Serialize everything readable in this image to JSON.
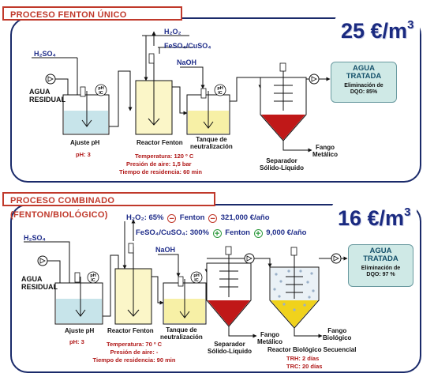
{
  "top": {
    "title": "PROCESO FENTON ÚNICO",
    "price_value": "25 €/m",
    "price_exp": "3",
    "h2so4": "H₂SO₄",
    "h2o2": "H₂O₂",
    "feso4": "FeSO₄/CuSO₄",
    "naoh": "NaOH",
    "agua_residual_1": "AGUA",
    "agua_residual_2": "RESIDUAL",
    "ajuste_label": "Ajuste pH",
    "ajuste_ph": "pH: 3",
    "reactor_label": "Reactor  Fenton",
    "reactor_temp": "Temperatura: 120 º C",
    "reactor_pres": "Presión de aire: 1,5 bar",
    "reactor_tiempo": "Tiempo de residencia: 60 min",
    "tanque_1": "Tanque de",
    "tanque_2": "neutralización",
    "separador_1": "Separador",
    "separador_2": "Sólido-Líquido",
    "fango_1": "Fango",
    "fango_2": "Metálico",
    "tratada_1": "AGUA",
    "tratada_2": "TRATADA",
    "elim_1": "Eliminación de",
    "elim_2": "DQO: 85%",
    "ph_tag": "pH",
    "ic_tag": "IC"
  },
  "bottom": {
    "title": "PROCESO COMBINADO (FENTON/BIOLÓGICO)",
    "price_value": "16 €/m",
    "price_exp": "3",
    "cost_line_1_a": "H₂O₂: 65%",
    "cost_line_1_b": "Fenton",
    "cost_line_1_c": "321,000 €/año",
    "cost_line_2_a": "FeSO₄/CuSO₄: 300%",
    "cost_line_2_b": "Fenton",
    "cost_line_2_c": "9,000 €/año",
    "h2so4": "H₂SO₄",
    "naoh": "NaOH",
    "agua_residual_1": "AGUA",
    "agua_residual_2": "RESIDUAL",
    "ajuste_label": "Ajuste pH",
    "ajuste_ph": "pH: 3",
    "reactor_label": "Reactor Fenton",
    "reactor_temp": "Temperatura: 70 º C",
    "reactor_pres": "Presión de aire: -",
    "reactor_tiempo": "Tiempo de residencia: 90 min",
    "tanque_1": "Tanque de",
    "tanque_2": "neutralización",
    "separador_1": "Separador",
    "separador_2": "Sólido-Líquido",
    "fango_met_1": "Fango",
    "fango_met_2": "Metálico",
    "fango_bio_1": "Fango",
    "fango_bio_2": "Biológico",
    "bio_reactor": "Reactor Biológico Secuencial",
    "trh": "TRH: 2 días",
    "trc": "TRC: 20 días",
    "tratada_1": "AGUA",
    "tratada_2": "TRATADA",
    "elim_1": "Eliminación de",
    "elim_2": "DQO: 97 %",
    "ph_tag": "pH",
    "ic_tag": "IC"
  },
  "colors": {
    "frame": "#1a2a6a",
    "label_red": "#c0392b",
    "blue_text": "#1f2d8a",
    "tank_blue": "#c7e4ea",
    "tank_yellow": "#fbf6c8",
    "tank_yellow_strong": "#f7f0a6",
    "sludge_red": "#c01818",
    "bio_yellow": "#f0d21c",
    "treated_bg": "#cfe9e6"
  }
}
